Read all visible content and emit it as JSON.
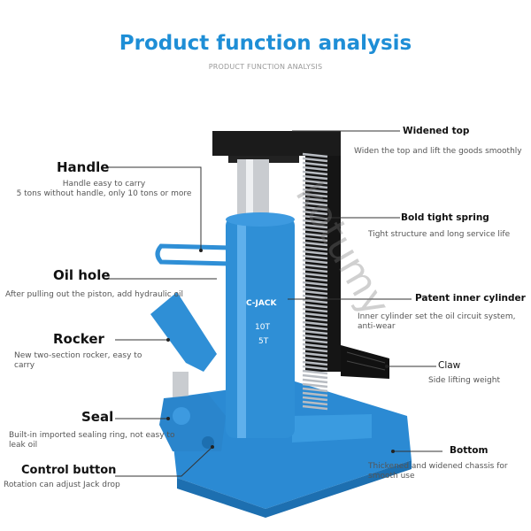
{
  "header": {
    "title": "Product function analysis",
    "subtitle": "PRODUCT FUNCTION ANALYSIS"
  },
  "product_labels": {
    "model": "C-JACK",
    "rating1": "10T",
    "rating2": "5T",
    "watermark": "kotumy"
  },
  "left_callouts": [
    {
      "title": "Handle",
      "desc": "Handle easy to carry\n5 tons without handle, only 10 tons or more"
    },
    {
      "title": "Oil hole",
      "desc": "After pulling out the piston, add hydraulic oil"
    },
    {
      "title": "Rocker",
      "desc": "New two-section rocker, easy to carry"
    },
    {
      "title": "Seal",
      "desc": "Built-in imported sealing ring, not easy to leak oil"
    },
    {
      "title": "Control button",
      "desc": "Rotation can adjust Jack drop"
    }
  ],
  "right_callouts": [
    {
      "title": "Widened top",
      "desc": "Widen the top and lift the goods smoothly"
    },
    {
      "title": "Bold tight spring",
      "desc": "Tight structure and long service life"
    },
    {
      "title": "Patent inner cylinder",
      "desc": "Inner cylinder set the oil circuit system, anti-wear"
    },
    {
      "title": "Claw",
      "desc": "Side lifting weight"
    },
    {
      "title": "Bottom",
      "desc": "Thickened and widened chassis for smooth use"
    }
  ],
  "colors": {
    "accent": "#1e8ed6",
    "jack_blue": "#2f8fd6",
    "black": "#151515"
  }
}
